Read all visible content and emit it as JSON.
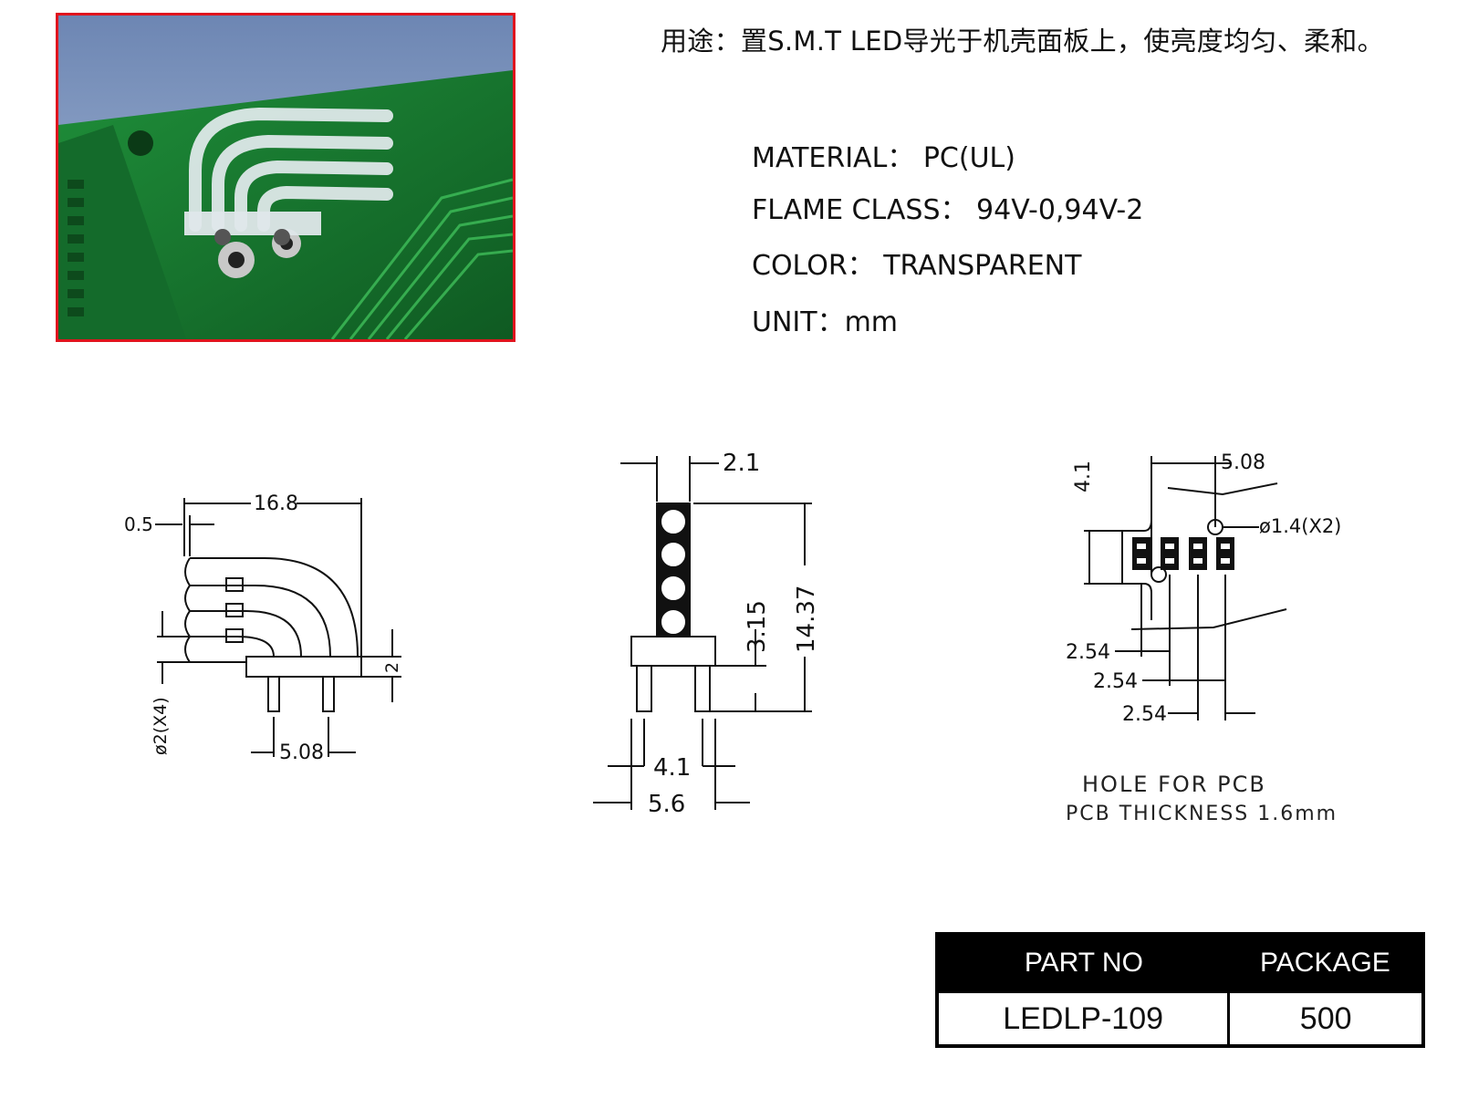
{
  "usage": "用途：置S.M.T LED导光于机壳面板上，使亮度均匀、柔和。",
  "specs": {
    "material": "MATERIAL： PC(UL)",
    "flame_class": "FLAME CLASS： 94V-0,94V-2",
    "color": "COLOR： TRANSPARENT",
    "unit": "UNIT：mm"
  },
  "side_view": {
    "dim_length": "16.8",
    "dim_tip": "0.5",
    "dim_diameter": "ø2(X4)",
    "dim_base": "2",
    "dim_pitch": "5.08"
  },
  "front_view": {
    "dim_top_width": "2.1",
    "dim_pin_height": "3.15",
    "dim_total_height": "14.37",
    "dim_pin_span": "4.1",
    "dim_base_width": "5.6"
  },
  "pcb_view": {
    "dim_hole_pitch": "5.08",
    "dim_vertical": "4.1",
    "dim_hole_dia": "ø1.4(X2)",
    "dim_led_pitch_1": "2.54",
    "dim_led_pitch_2": "2.54",
    "dim_led_pitch_3": "2.54",
    "note_1": "HOLE  FOR  PCB",
    "note_2": "PCB  THICKNESS  1.6mm"
  },
  "table": {
    "col_part": "PART NO",
    "col_package": "PACKAGE",
    "part_no": "LEDLP-109",
    "package": "500"
  }
}
